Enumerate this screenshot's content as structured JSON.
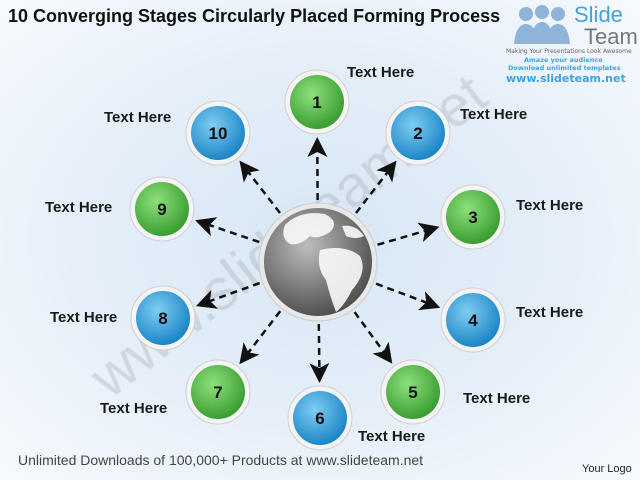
{
  "title": "10 Converging Stages Circularly Placed Forming Process",
  "brand": {
    "name_1": "Slide",
    "name_2": "Team",
    "tagline": "Making Your Presentations Look Awesome",
    "line1": "Amaze your audience",
    "line2": "Download unlimited templates",
    "url": "www.slideteam.net"
  },
  "watermark": "www.slideteam.net",
  "colors": {
    "green": "#4db848",
    "blue": "#2e9fd8",
    "arrow": "#111111",
    "globe": "#777777"
  },
  "center_icon": "globe-icon",
  "stages": [
    {
      "number": "1",
      "label": "Text Here",
      "color": "green"
    },
    {
      "number": "2",
      "label": "Text Here",
      "color": "blue"
    },
    {
      "number": "3",
      "label": "Text Here",
      "color": "green"
    },
    {
      "number": "4",
      "label": "Text Here",
      "color": "blue"
    },
    {
      "number": "5",
      "label": "Text Here",
      "color": "green"
    },
    {
      "number": "6",
      "label": "Text Here",
      "color": "blue"
    },
    {
      "number": "7",
      "label": "Text Here",
      "color": "green"
    },
    {
      "number": "8",
      "label": "Text Here",
      "color": "blue"
    },
    {
      "number": "9",
      "label": "Text Here",
      "color": "green"
    },
    {
      "number": "10",
      "label": "Text Here",
      "color": "blue"
    }
  ],
  "footer": "Unlimited Downloads of 100,000+ Products at www.slideteam.net",
  "logo_placeholder": "Your Logo"
}
